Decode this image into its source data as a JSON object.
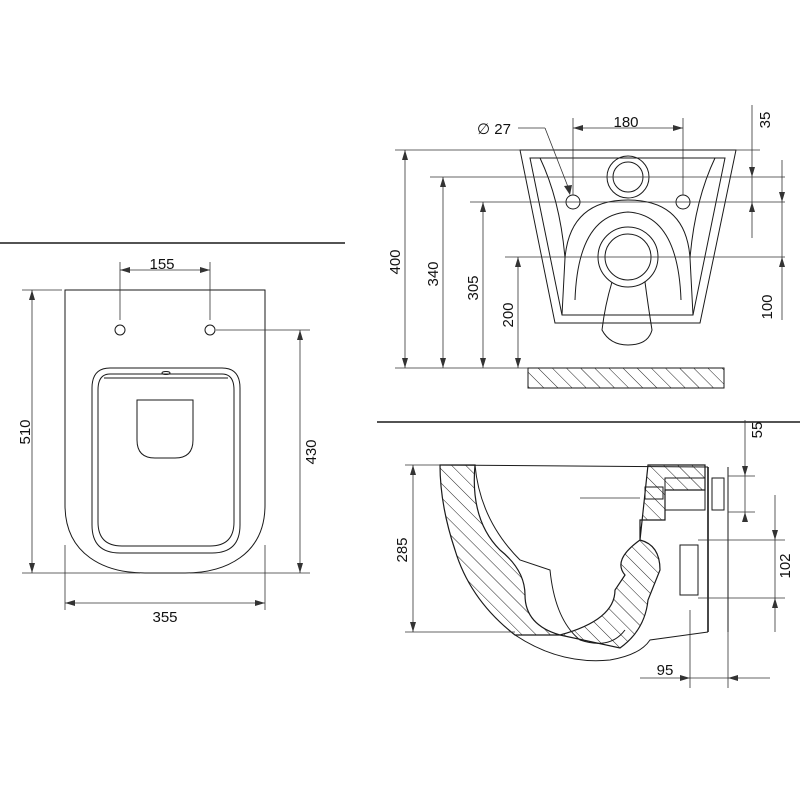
{
  "drawing": {
    "front_view": {
      "width_label": "355",
      "height_label": "510",
      "hole_spacing_label": "155",
      "hole_height_label": "430"
    },
    "bracket_view": {
      "hole_diameter_label": "∅ 27",
      "bolt_spacing_label": "180",
      "top_offset_label": "35",
      "height_label": "400",
      "bolt_height_label": "340",
      "inlet_height_label": "305",
      "outlet_height_label": "200",
      "outlet_offset_label": "100"
    },
    "side_view": {
      "top_offset_label": "55",
      "height_label": "285",
      "inlet_offset_label": "102",
      "outlet_depth_label": "95"
    }
  }
}
